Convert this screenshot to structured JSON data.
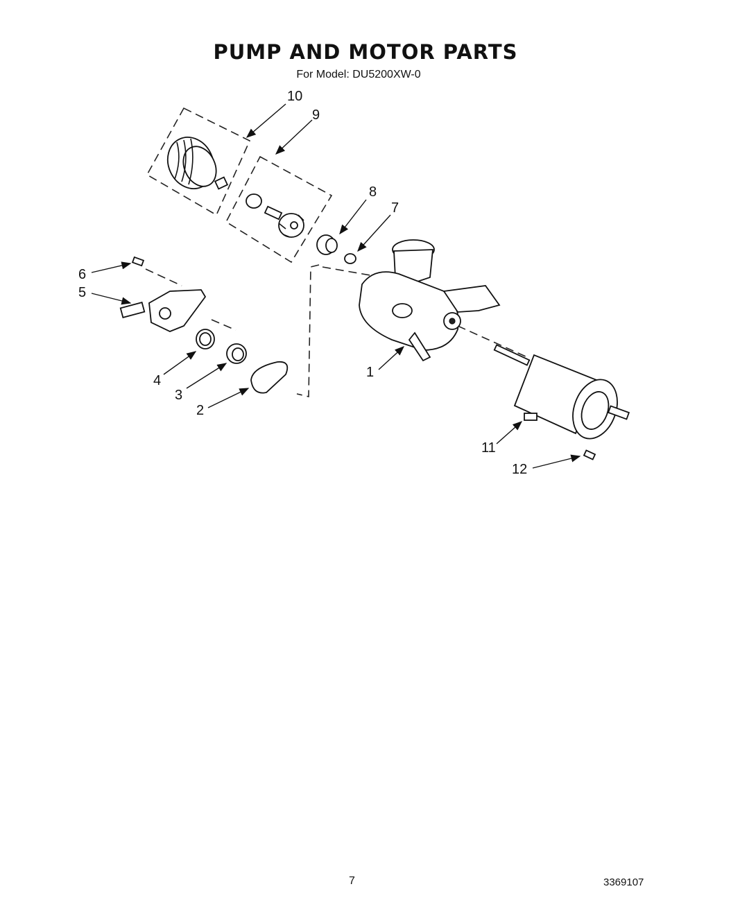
{
  "header": {
    "title": "PUMP AND MOTOR PARTS",
    "subtitle": "For Model: DU5200XW-0"
  },
  "diagram": {
    "callouts": [
      "1",
      "2",
      "3",
      "4",
      "5",
      "6",
      "7",
      "8",
      "9",
      "10",
      "11",
      "12"
    ]
  },
  "footer": {
    "page_number": "7",
    "doc_number": "3369107"
  }
}
